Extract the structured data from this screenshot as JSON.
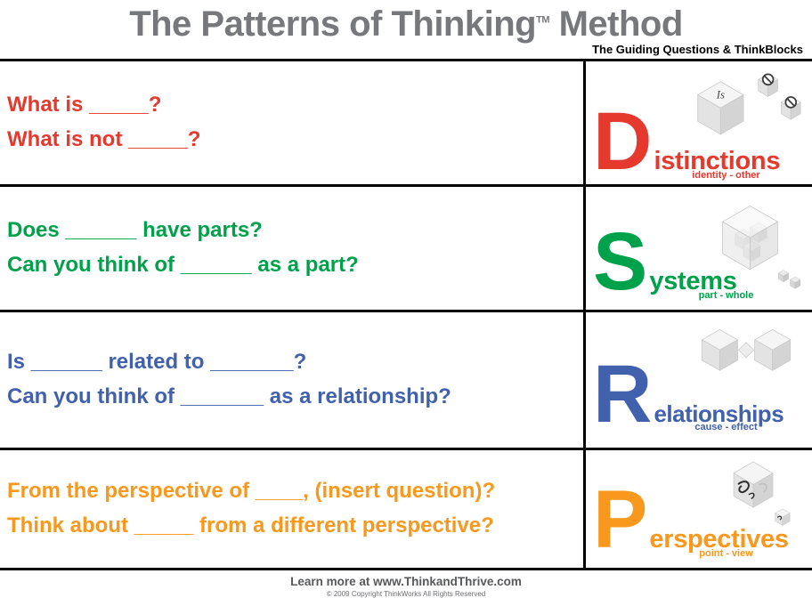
{
  "header": {
    "title_main": "The Patterns of Thinking",
    "title_tm": "TM",
    "title_suffix": "Method",
    "title_color": "#77787b",
    "subtitle": "The Guiding Questions & ThinkBlocks"
  },
  "rows": [
    {
      "name": "distinctions",
      "color": "#e5392e",
      "questions": [
        "What is _____?",
        "What is not _____?"
      ],
      "letter": "D",
      "word_rest": "istinctions",
      "tagline": "identity - other",
      "icon": "distinctions-cubes-icon",
      "icon_label": "Is"
    },
    {
      "name": "systems",
      "color": "#00a14b",
      "questions": [
        "Does ______ have parts?",
        "Can you think of ______ as a part?"
      ],
      "letter": "S",
      "word_rest": "ystems",
      "tagline": "part - whole",
      "icon": "systems-cubes-icon"
    },
    {
      "name": "relationships",
      "color": "#4161ad",
      "questions": [
        "Is ______ related to _______?",
        "Can you think of _______ as a relationship?"
      ],
      "letter": "R",
      "word_rest": "elationships",
      "tagline": "cause - effect",
      "icon": "relationships-cubes-icon"
    },
    {
      "name": "perspectives",
      "color": "#f8981d",
      "questions": [
        "From the perspective of ____, (insert question)?",
        "Think about _____ from a different perspective?"
      ],
      "letter": "P",
      "word_rest": "erspectives",
      "tagline": "point - view",
      "icon": "perspectives-cubes-icon"
    }
  ],
  "footer": {
    "learn_more": "Learn more at www.ThinkandThrive.com",
    "copyright": "© 2009 Copyright ThinkWorks All Rights Reserved"
  }
}
